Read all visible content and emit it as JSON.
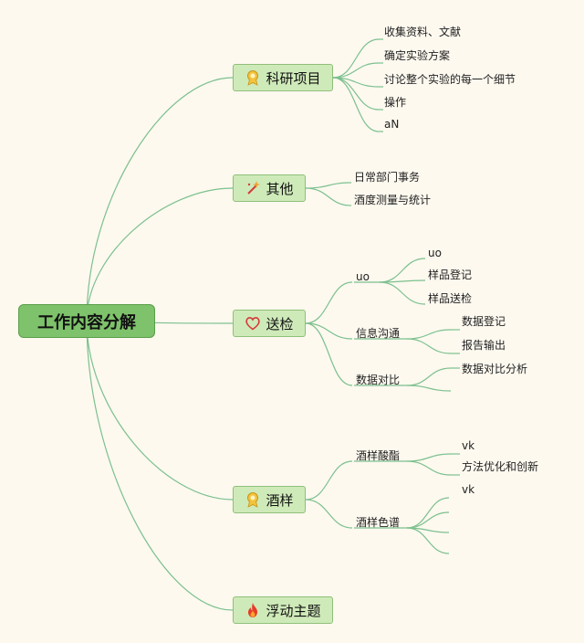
{
  "root": {
    "label": "工作内容分解"
  },
  "topics": [
    {
      "label": "科研项目",
      "icon": "medal-icon",
      "children": [
        "收集资料、文献",
        "确定实验方案",
        "讨论整个实验的每一个细节",
        "操作",
        "aN"
      ]
    },
    {
      "label": "其他",
      "icon": "magic-wand-icon",
      "children": [
        "日常部门事务",
        "酒度测量与统计"
      ]
    },
    {
      "label": "送检",
      "icon": "heart-icon",
      "groups": [
        {
          "label": "uo",
          "children": [
            "uo",
            "样品登记",
            "样品送检"
          ]
        },
        {
          "label": "信息沟通",
          "children": [
            "数据登记",
            "报告输出"
          ]
        },
        {
          "label": "数据对比",
          "children": [
            "数据对比分析",
            ""
          ]
        }
      ]
    },
    {
      "label": "酒样",
      "icon": "medal-icon",
      "groups": [
        {
          "label": "酒样酸酯",
          "children": [
            "vk",
            "方法优化和创新"
          ]
        },
        {
          "label": "酒样色谱",
          "children": [
            "vk",
            "",
            "",
            ""
          ]
        }
      ]
    },
    {
      "label": "浮动主题",
      "icon": "fire-icon"
    }
  ],
  "colors": {
    "line": "#7cc08e",
    "topic_fill": "#cfeab9",
    "root_fill": "#7ec26b"
  }
}
